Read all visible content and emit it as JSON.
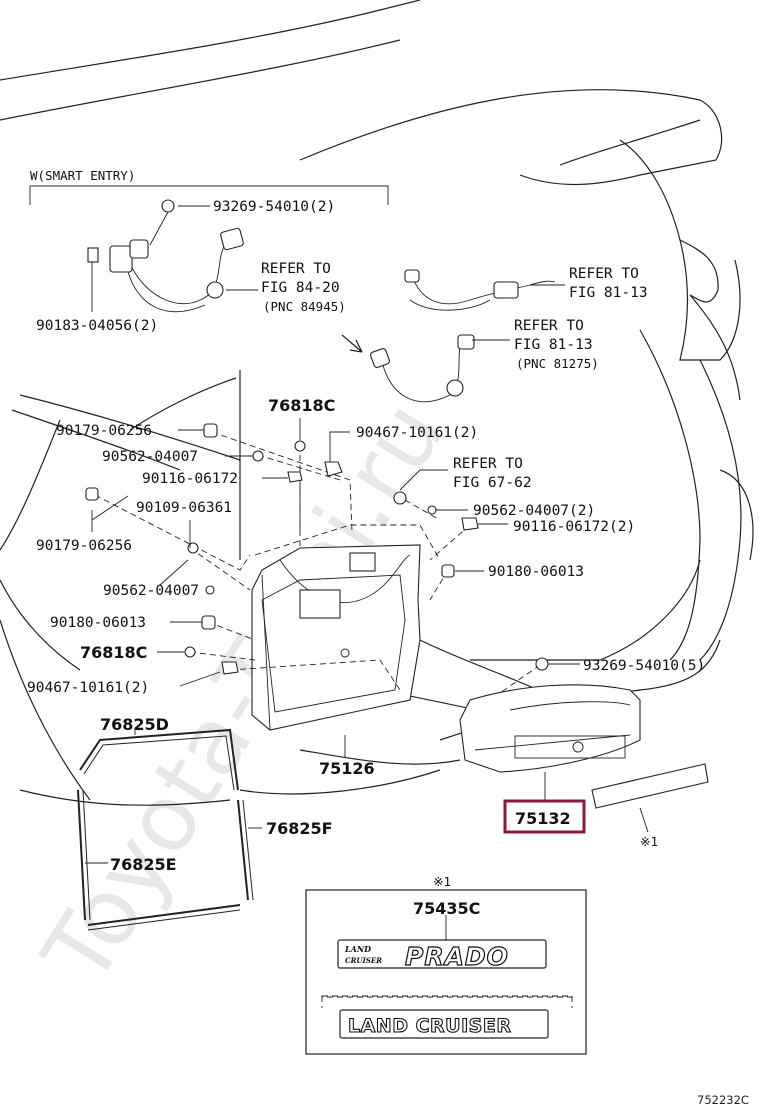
{
  "diagram": {
    "figure_code": "752232C",
    "watermark": "Toyota-Tomi.ru",
    "smart_entry_label": "W(SMART ENTRY)",
    "note_mark": "※1",
    "highlight_color": "#8b1a3a",
    "parts": {
      "p93269_a": "93269-54010(2)",
      "p90183": "90183-04056(2)",
      "p90179_a": "90179-06256",
      "p90562_a": "90562-04007",
      "p90116_a": "90116-06172",
      "p90109": "90109-06361",
      "p90179_b": "90179-06256",
      "p90562_b": "90562-04007",
      "p90180_a": "90180-06013",
      "p76818c_a": "76818C",
      "p90467_a": "90467-10161(2)",
      "p76818c_b": "76818C",
      "p90467_b": "90467-10161(2)",
      "p90562_c": "90562-04007(2)",
      "p90116_b": "90116-06172(2)",
      "p90180_b": "90180-06013",
      "p93269_b": "93269-54010(5)",
      "p76825d": "76825D",
      "p76825e": "76825E",
      "p76825f": "76825F",
      "p75126": "75126",
      "p75132": "75132",
      "p75435c": "75435C"
    },
    "refers": {
      "r1_line1": "REFER TO",
      "r1_line2": "FIG 84-20",
      "r1_line3": "(PNC 84945)",
      "r2_line1": "REFER TO",
      "r2_line2": "FIG 81-13",
      "r3_line1": "REFER TO",
      "r3_line2": "FIG 81-13",
      "r3_line3": "(PNC 81275)",
      "r4_line1": "REFER TO",
      "r4_line2": "FIG 67-62"
    },
    "emblems": {
      "land": "LAND",
      "cruiser_small": "CRUISER",
      "prado": "PRADO",
      "land_cruiser": "LAND CRUISER"
    }
  }
}
